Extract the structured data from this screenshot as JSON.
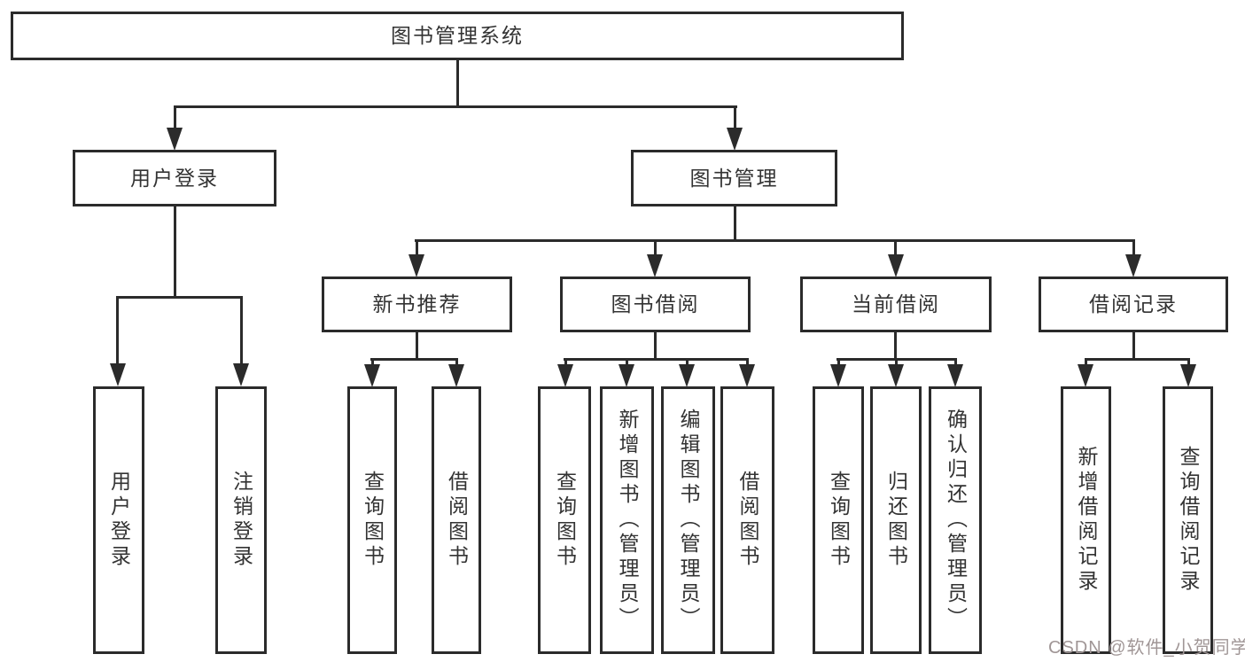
{
  "diagram_type": "hierarchy-tree",
  "tree": {
    "root": {
      "label": "图书管理系统",
      "children": [
        {
          "label": "用户登录",
          "children": [
            {
              "label": "用户登录"
            },
            {
              "label": "注销登录"
            }
          ]
        },
        {
          "label": "图书管理",
          "children": [
            {
              "label": "新书推荐",
              "children": [
                {
                  "label": "查询图书"
                },
                {
                  "label": "借阅图书"
                }
              ]
            },
            {
              "label": "图书借阅",
              "children": [
                {
                  "label": "查询图书"
                },
                {
                  "label": "新增图书（管理员）"
                },
                {
                  "label": "编辑图书（管理员）"
                },
                {
                  "label": "借阅图书"
                }
              ]
            },
            {
              "label": "当前借阅",
              "children": [
                {
                  "label": "查询图书"
                },
                {
                  "label": "归还图书"
                },
                {
                  "label": "确认归还（管理员）"
                }
              ]
            },
            {
              "label": "借阅记录",
              "children": [
                {
                  "label": "新增借阅记录"
                },
                {
                  "label": "查询借阅记录"
                }
              ]
            }
          ]
        }
      ]
    }
  },
  "watermark": {
    "text": "CSDN @软件_小贺同学"
  },
  "colors": {
    "line": "#2b2b2b",
    "text": "#333333",
    "background": "#ffffff",
    "watermark": "#a09696"
  }
}
